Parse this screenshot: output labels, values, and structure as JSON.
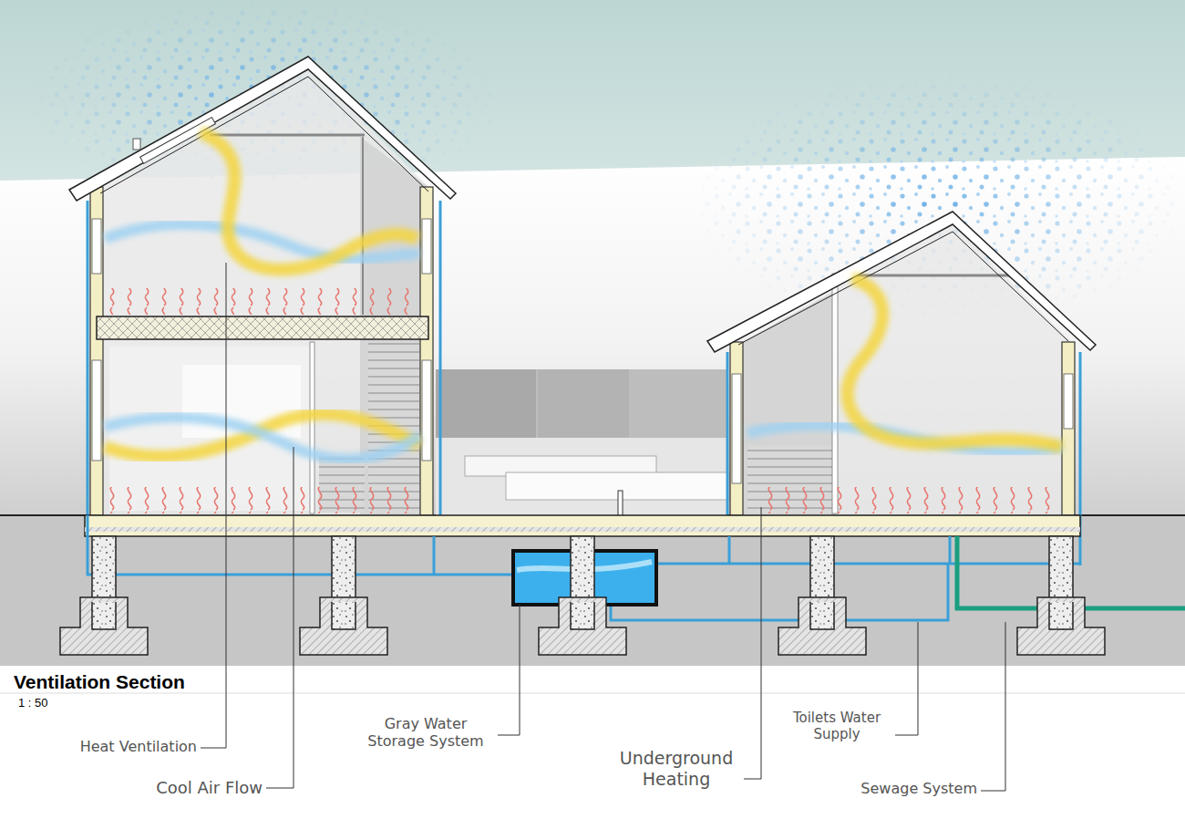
{
  "diagram": {
    "title": "Ventilation Section",
    "labels": [
      "1 : 50",
      "Heat Ventilation",
      "Cool Air Flow",
      "Gray Water Storage System",
      "Underground Heating",
      "Toilets Water Supply",
      "Sewage System"
    ]
  }
}
